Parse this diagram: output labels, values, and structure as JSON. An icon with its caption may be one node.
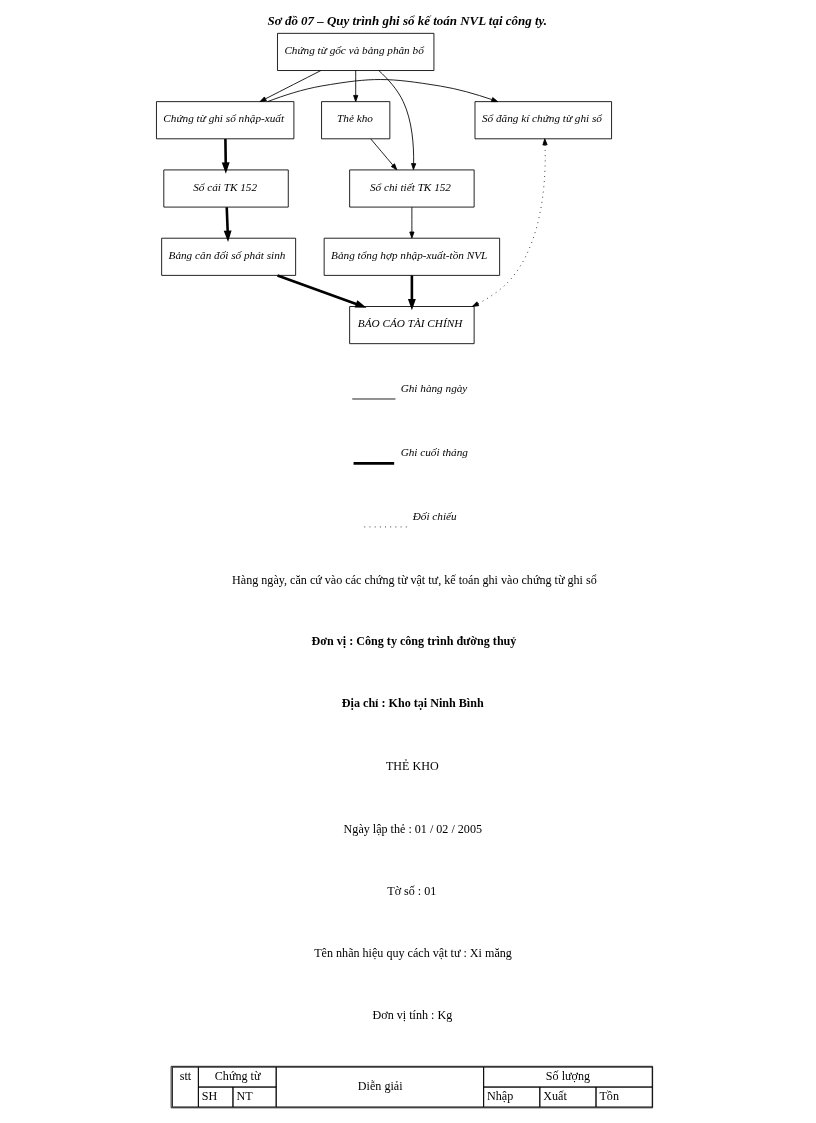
{
  "diagram": {
    "title": "Sơ đồ 07 – Quy trình ghi sổ kế toán NVL tại công ty.",
    "nodes": [
      {
        "text": [
          "Chứng từ gốc và bảng phân bổ"
        ]
      },
      {
        "text": [
          "Sổ đăng kí chứng từ ghi sổ"
        ]
      },
      {
        "text": [
          "Chứng từ ghi sổ nhập-xuất"
        ]
      },
      {
        "text": [
          "Thẻ kho"
        ]
      },
      {
        "text": [
          "Sổ cái TK 152"
        ]
      },
      {
        "text": [
          "Sổ chi tiết TK 152"
        ]
      },
      {
        "text": [
          "Bảng cân đối số phát sinh"
        ]
      },
      {
        "text": [
          "Bảng tổng hợp nhập-xuất-tồn NVL"
        ]
      },
      {
        "text": [
          "BÁO CÁO TÀI CHÍNH"
        ]
      }
    ],
    "edges": [
      {
        "from": 0,
        "to": 2,
        "arrow": "to"
      },
      {
        "from": 0,
        "to": 3,
        "arrow": "to"
      },
      {
        "from": 0,
        "to": 5,
        "arrow": "to"
      },
      {
        "from": 2,
        "to": 1,
        "arrow": "to"
      },
      {
        "from": 2,
        "to": 4,
        "arrow": "to",
        "style": "thick"
      },
      {
        "from": 3,
        "to": 5,
        "arrow": "to"
      },
      {
        "from": 4,
        "to": 6,
        "arrow": "to",
        "style": "thick"
      },
      {
        "from": 5,
        "to": 7,
        "arrow": "to"
      },
      {
        "from": 6,
        "to": 8,
        "arrow": "to",
        "style": "thick"
      },
      {
        "from": 7,
        "to": 8,
        "arrow": "to",
        "style": "thick"
      },
      {
        "from": 1,
        "to": 8,
        "arrow": "both",
        "style": "dashed"
      }
    ],
    "labels": [
      "Hàng ngày, căn cứ vào các chứng từ vật tư, kế toán ghi vào chứng từ ghi sổ",
      "Đơn vị : Công ty công trình đường thuỷ",
      "Địa chỉ : Kho tại Ninh Bình",
      "THẺ KHO",
      "Ngày lập thẻ : 01 / 02 / 2005",
      "Tờ số : 01",
      "Tên nhãn hiệu quy cách vật tư : Xi măng",
      "Đơn vị tính : Kg",
      "stt",
      "Chứng từ",
      "Diễn giải",
      "Số lượng",
      "SH",
      "NT",
      "Nhập",
      "Xuất",
      "Tồn"
    ],
    "legend": [
      {
        "text": "Ghi hàng ngày"
      },
      {
        "text": "Ghi cuối tháng"
      },
      {
        "text": "Đối chiếu"
      }
    ]
  }
}
